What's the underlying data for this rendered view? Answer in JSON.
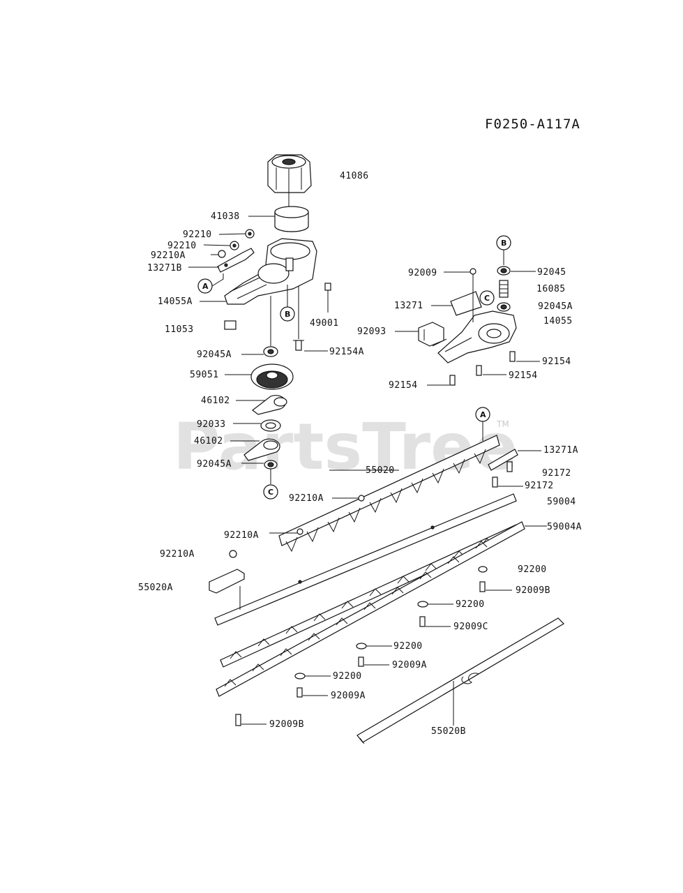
{
  "diagram": {
    "code": "F0250-A117A",
    "watermark": "PartsTree",
    "trademark": "TM",
    "refs": {
      "a": "A",
      "b": "B",
      "c": "C"
    },
    "parts": {
      "p41086": "41086",
      "p41038": "41038",
      "p92210_1": "92210",
      "p92210_2": "92210",
      "p92210A_1": "92210A",
      "p13271B": "13271B",
      "p14055A": "14055A",
      "p11053": "11053",
      "p49001": "49001",
      "p92154A": "92154A",
      "p92045A_1": "92045A",
      "p59051": "59051",
      "p46102_1": "46102",
      "p92033": "92033",
      "p46102_2": "46102",
      "p92045A_2": "92045A",
      "p92009": "92009",
      "p92045": "92045",
      "p16085": "16085",
      "p13271": "13271",
      "p92045A_3": "92045A",
      "p14055": "14055",
      "p92093": "92093",
      "p92154_1": "92154",
      "p92154_2": "92154",
      "p92154_3": "92154",
      "p13271A": "13271A",
      "p55020": "55020",
      "p92172_1": "92172",
      "p92172_2": "92172",
      "p92210A_2": "92210A",
      "p59004": "59004",
      "p92210A_3": "92210A",
      "p59004A": "59004A",
      "p92210A_4": "92210A",
      "p55020A": "55020A",
      "p92200_1": "92200",
      "p92009B_1": "92009B",
      "p92200_2": "92200",
      "p92009C": "92009C",
      "p92200_3": "92200",
      "p92009A_1": "92009A",
      "p92200_4": "92200",
      "p92009A_2": "92009A",
      "p92009B_2": "92009B",
      "p55020B": "55020B"
    }
  }
}
